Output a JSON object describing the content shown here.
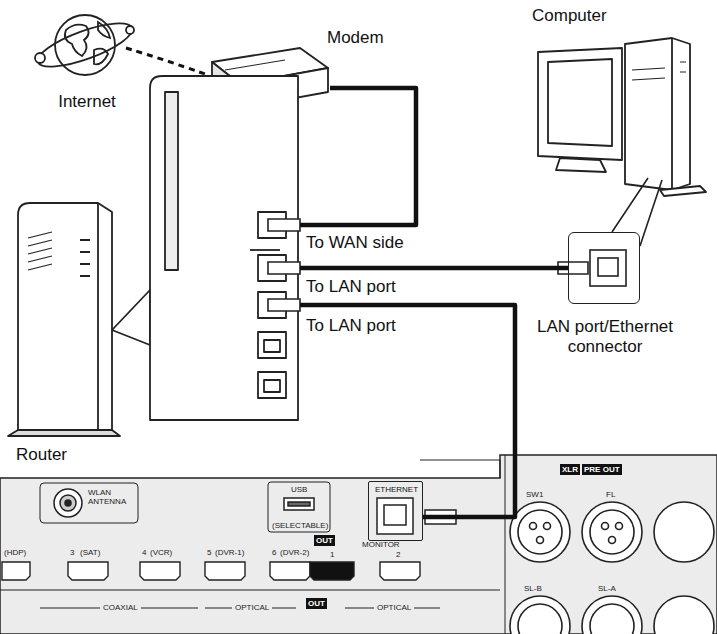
{
  "diagram": {
    "nodes": [
      {
        "text": [
          "Internet"
        ]
      },
      {
        "text": [
          "Modem"
        ]
      },
      {
        "text": [
          "Computer"
        ]
      },
      {
        "text": [
          "Router"
        ]
      },
      {
        "text": [
          "LAN port/Ethernet connector"
        ]
      },
      {
        "text": [
          "ETHERNET"
        ]
      }
    ],
    "edges": [
      {
        "from": 0,
        "to": 1,
        "arrow": "none"
      },
      {
        "from": 1,
        "to": 3,
        "label": "To WAN side",
        "arrow": "none"
      },
      {
        "from": 3,
        "to": 4,
        "label": "To LAN port",
        "arrow": "none"
      },
      {
        "from": 3,
        "to": 5,
        "label": "To LAN port",
        "arrow": "none"
      }
    ],
    "labels": [
      "WLAN ANTENNA",
      "USB",
      "(SELECTABLE)",
      "XLR",
      "PRE OUT",
      "SW1",
      "FL",
      "(HDP)",
      "3",
      "(SAT)",
      "4",
      "(VCR)",
      "5",
      "(DVR-1)",
      "6",
      "(DVR-2)",
      "OUT",
      "MONITOR",
      "1",
      "2",
      "SL-B",
      "SL-A",
      "COAXIAL",
      "OPTICAL",
      "OUT",
      "OPTICAL"
    ]
  }
}
